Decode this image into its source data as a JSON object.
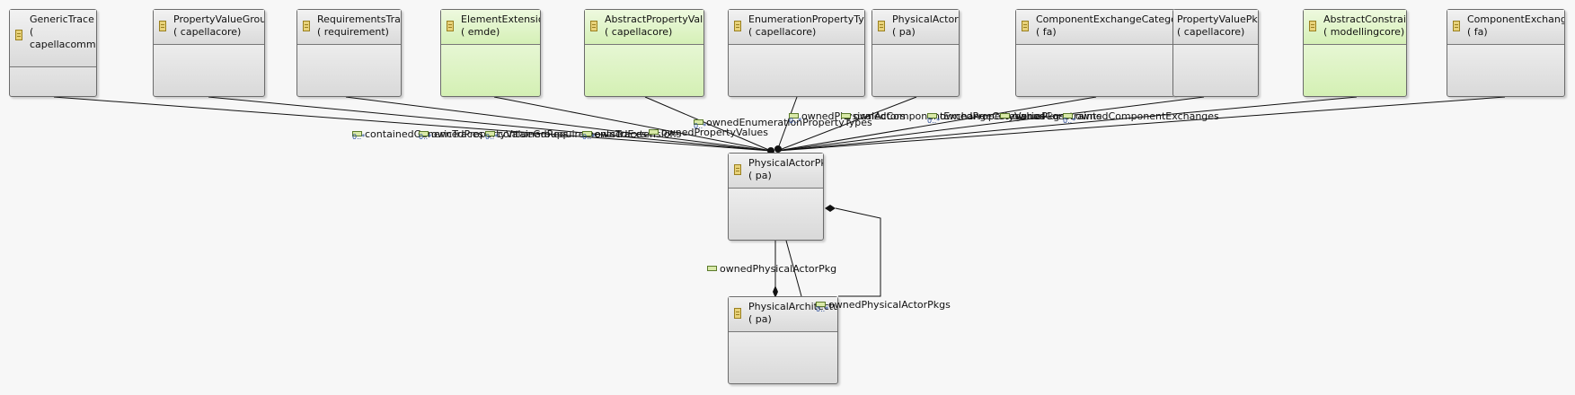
{
  "diagram": {
    "classes": [
      {
        "id": "GenericTrace",
        "name": "GenericTrace",
        "pkg": "( capellacommon)",
        "green": false
      },
      {
        "id": "PropertyValueGroup",
        "name": "PropertyValueGroup",
        "pkg": "( capellacore)",
        "green": false
      },
      {
        "id": "RequirementsTrace",
        "name": "RequirementsTrace",
        "pkg": "( requirement)",
        "green": false
      },
      {
        "id": "ElementExtension",
        "name": "ElementExtension",
        "pkg": "( emde)",
        "green": true
      },
      {
        "id": "AbstractPropertyValue",
        "name": "AbstractPropertyValue",
        "pkg": "( capellacore)",
        "green": true
      },
      {
        "id": "EnumerationPropertyType",
        "name": "EnumerationPropertyType",
        "pkg": "( capellacore)",
        "green": false
      },
      {
        "id": "PhysicalActor",
        "name": "PhysicalActor",
        "pkg": "( pa)",
        "green": false
      },
      {
        "id": "ComponentExchangeCategory",
        "name": "ComponentExchangeCategory",
        "pkg": "( fa)",
        "green": false
      },
      {
        "id": "PropertyValuePkg",
        "name": "PropertyValuePkg",
        "pkg": "( capellacore)",
        "green": false
      },
      {
        "id": "AbstractConstraint",
        "name": "AbstractConstraint",
        "pkg": "( modellingcore)",
        "green": true
      },
      {
        "id": "ComponentExchange",
        "name": "ComponentExchange",
        "pkg": "( fa)",
        "green": false
      },
      {
        "id": "PhysicalActorPkg",
        "name": "PhysicalActorPkg",
        "pkg": "( pa)",
        "green": false
      },
      {
        "id": "PhysicalArchitecture",
        "name": "PhysicalArchitecture",
        "pkg": "( pa)",
        "green": false
      }
    ],
    "edge_labels": {
      "containedGenericTraces": "containedGenericTraces",
      "ownedPropertyValueGroups": "ownedPropertyValueGroups",
      "containedRequirementsTraces": "containedRequirementsTraces",
      "ownedExtensions": "ownedExtensions",
      "ownedPropertyValues": "ownedPropertyValues",
      "ownedEnumerationPropertyTypes": "ownedEnumerationPropertyTypes",
      "ownedPhysicalActors": "ownedPhysicalActors",
      "ownedComponentExchangeCategories": "ownedComponentExchangeCategories",
      "ownedPropertyValuePkgs": "ownedPropertyValuePkgs",
      "ownedConstraints": "ownedConstraints",
      "ownedComponentExchanges": "ownedComponentExchanges",
      "ownedPhysicalActorPkg": "ownedPhysicalActorPkg",
      "ownedPhysicalActorPkgs": "ownedPhysicalActorPkgs"
    },
    "multiplicity": "0..*"
  }
}
